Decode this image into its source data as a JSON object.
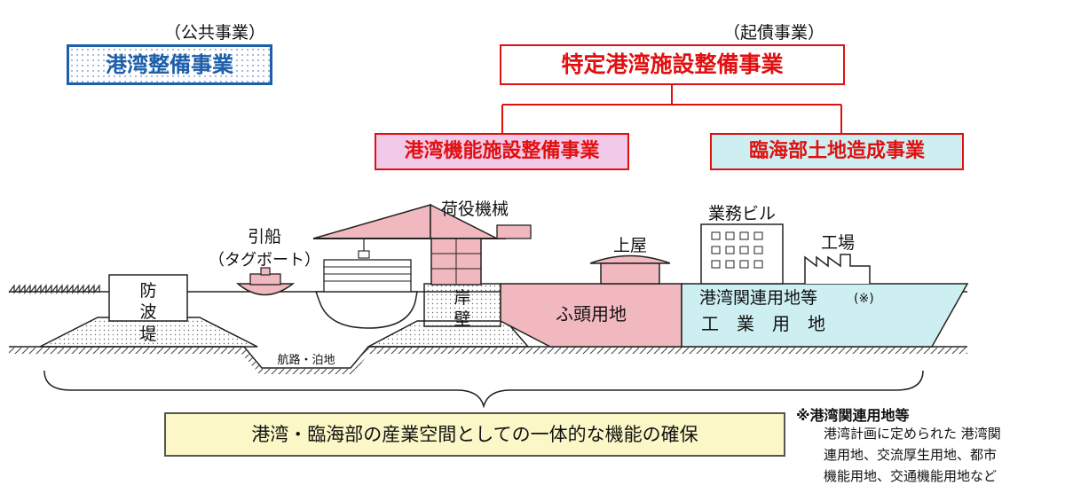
{
  "public": {
    "paren_label": "（公共事業）",
    "box_label": "港湾整備事業"
  },
  "bond": {
    "paren_label": "（起債事業）",
    "box_label": "特定港湾施設整備事業",
    "children": [
      {
        "label": "港湾機能施設整備事業",
        "color": "#f3c9e9"
      },
      {
        "label": "臨海部土地造成事業",
        "color": "#cdeff2"
      }
    ]
  },
  "facilities": {
    "breakwater_chars": [
      "防",
      "波",
      "堤"
    ],
    "tug_line1": "引船",
    "tug_line2": "（タグボート）",
    "cargo_crane": "荷役機械",
    "quay_chars": [
      "岸",
      "壁"
    ],
    "wharf": "ふ頭用地",
    "shed": "上屋",
    "office_building": "業務ビル",
    "factory": "工場",
    "port_related_land": "港湾関連用地等",
    "note_mark": "(※)",
    "industrial_land": "工　業　用　地",
    "channel": "航路・泊地"
  },
  "colors": {
    "wharf_fill": "#f2b8bf",
    "industrial_fill": "#cdeff2",
    "crane_fill": "#f2b8bf",
    "red": "#e01010",
    "blue": "#1d5fa8",
    "bottom_box": "#fbf7c6"
  },
  "bottom": {
    "label": "港湾・臨海部の産業空間としての一体的な機能の確保"
  },
  "note": {
    "title": "※港湾関連用地等",
    "lines": [
      "港湾計画に定められた 港湾関",
      "連用地、交流厚生用地、都市",
      "機能用地、交通機能用地など"
    ]
  }
}
